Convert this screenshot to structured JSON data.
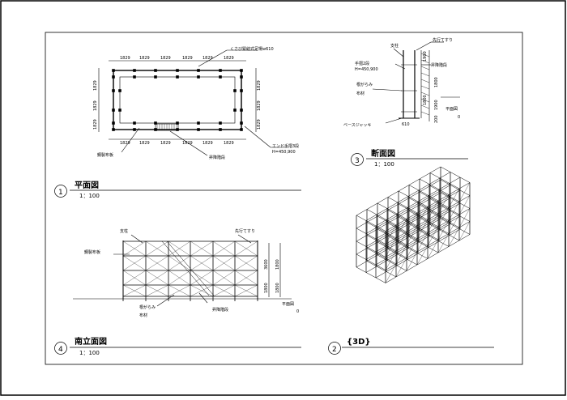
{
  "views": {
    "plan": {
      "number": "1",
      "title": "平面図",
      "scale": "1：100",
      "top_dims": [
        "1829",
        "1829",
        "1829",
        "1829",
        "1829",
        "1829"
      ],
      "bottom_dims": [
        "1829",
        "1829",
        "1829",
        "1829",
        "1829",
        "1829"
      ],
      "left_dims": [
        "1829",
        "1829",
        "1829"
      ],
      "right_dims": [
        "1829",
        "1829",
        "1829"
      ],
      "label_bracket": "くさび緊結式足場w610",
      "label_end_rail_1": "エンド手摺3段",
      "label_end_rail_2": "H=450,900",
      "label_board": "鋼製布板",
      "label_stairs": "昇降階段"
    },
    "section": {
      "number": "3",
      "title": "断面図",
      "scale": "1：100",
      "label_post": "支柱",
      "label_guardrail": "先行てすり",
      "label_handrail_1": "手摺2段",
      "label_handrail_2": "H=450,900",
      "label_stairs": "昇降階段",
      "label_brace": "根がらみ",
      "label_timber": "布材",
      "label_base": "ベースジャッキ",
      "label_width": "610",
      "label_level": "平面図",
      "level_value": "0",
      "dims": [
        "1900",
        "1800",
        "1800",
        "1900",
        "200"
      ]
    },
    "elevation": {
      "number": "4",
      "title": "南立面図",
      "scale": "1：100",
      "label_post": "支柱",
      "label_guardrail": "先行てすり",
      "label_board": "鋼製布板",
      "label_brace": "根がらみ",
      "label_timber": "布材",
      "label_stairs": "昇降階段",
      "label_level": "平面図",
      "level_value": "0",
      "dims": [
        "3600",
        "1800",
        "1800",
        "1800"
      ]
    },
    "iso": {
      "number": "2",
      "title": "{3D}"
    }
  }
}
